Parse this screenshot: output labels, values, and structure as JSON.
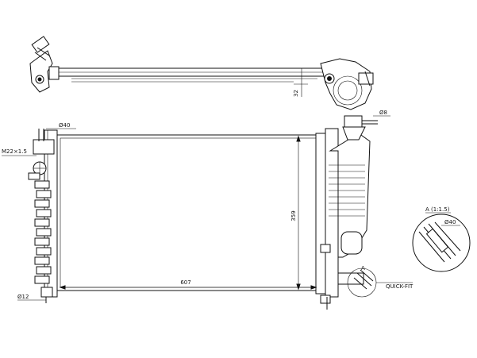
{
  "drawing": {
    "dims": {
      "width": "607",
      "height": "359",
      "depth": "32",
      "inlet_diameter": "Ø40",
      "outlet_diameter": "Ø12",
      "thread": "M22×1.5",
      "vent_diameter": "Ø8"
    },
    "detail": {
      "marker": "A",
      "title": "A (1:1.5)",
      "diameter": "Ø40",
      "connector": "QUICK-FIT"
    }
  }
}
